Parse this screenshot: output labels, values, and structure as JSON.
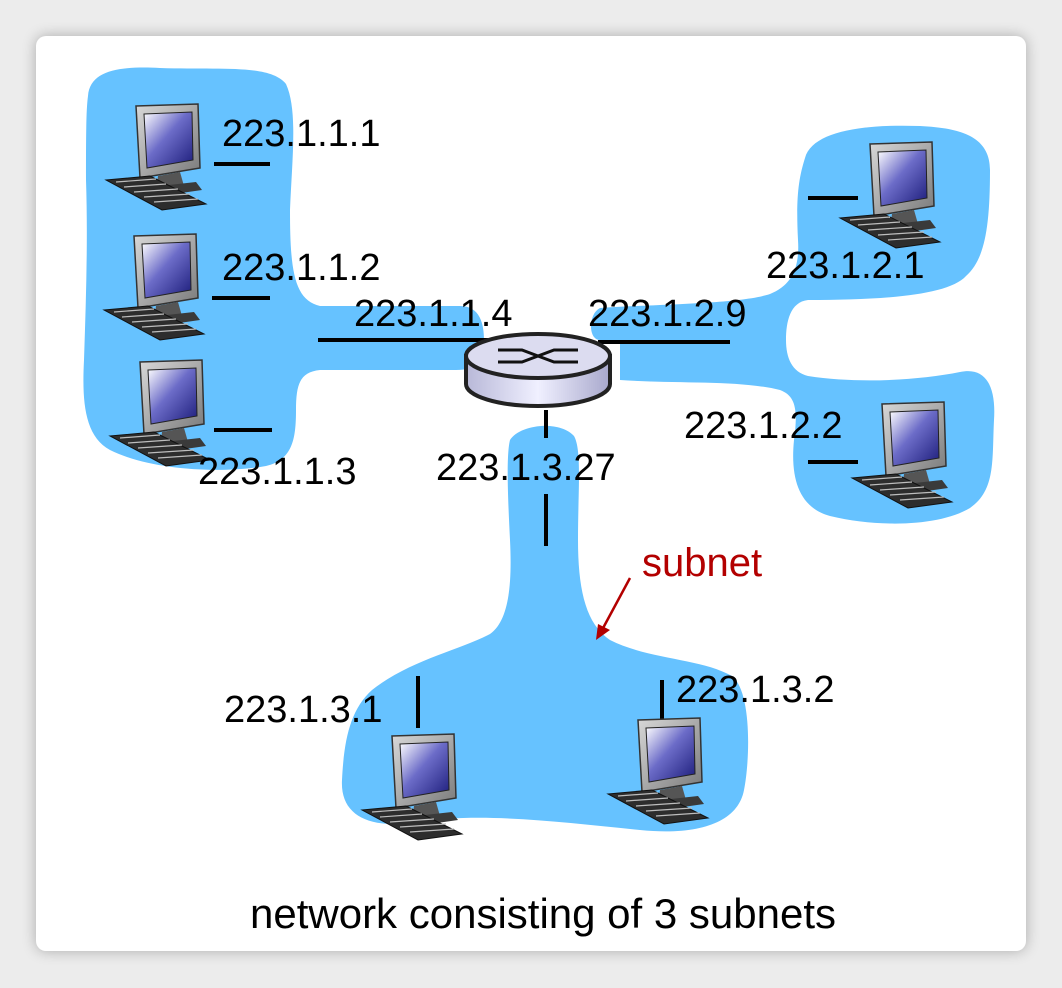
{
  "colors": {
    "subnet_fill": "#66c2ff",
    "router_body": "#dcdcf0",
    "annotation": "#b30000"
  },
  "icons": {
    "host": "desktop-computer-icon",
    "router": "router-icon"
  },
  "hosts": {
    "h1": "223.1.1.1",
    "h2": "223.1.1.2",
    "h3": "223.1.1.3",
    "h4": "223.1.2.1",
    "h5": "223.1.2.2",
    "h6": "223.1.3.1",
    "h7": "223.1.3.2"
  },
  "router": {
    "if_1": "223.1.1.4",
    "if_2": "223.1.2.9",
    "if_3": "223.1.3.27"
  },
  "annotation": "subnet",
  "caption": "network consisting of 3 subnets"
}
